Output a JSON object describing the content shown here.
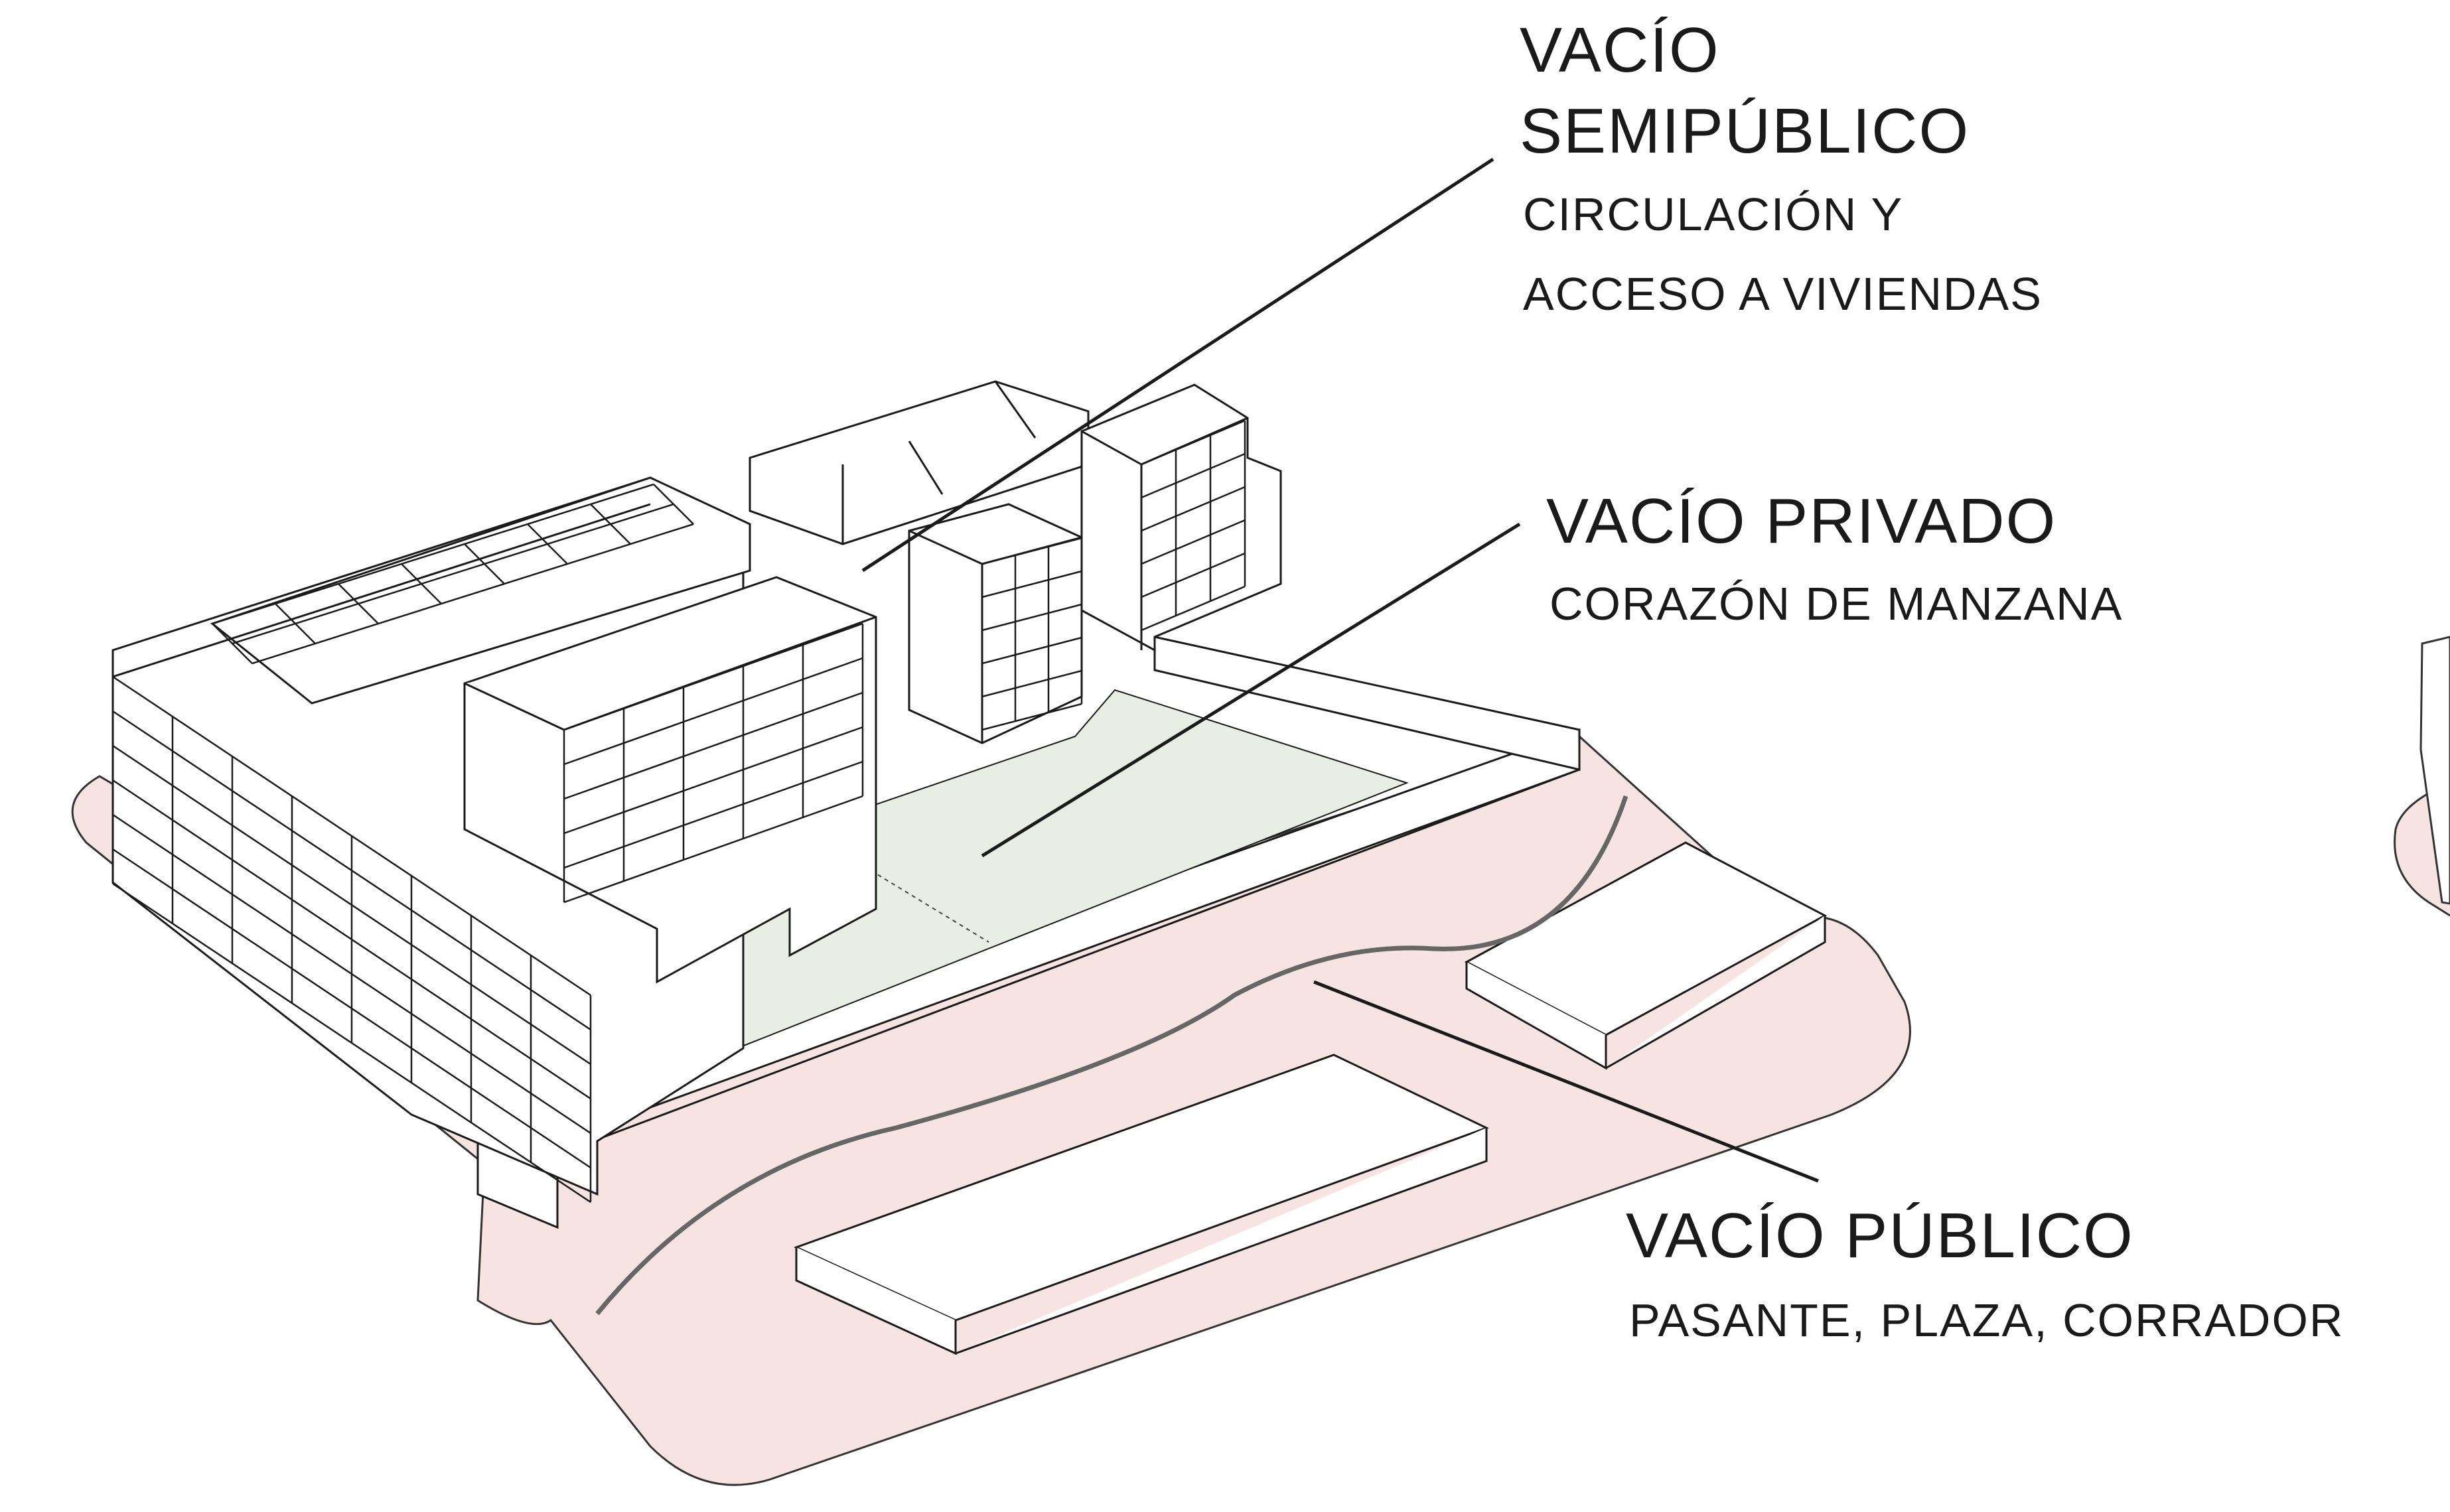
{
  "labels": {
    "semipublic": {
      "title_line1": "VACÍO",
      "title_line2": "SEMIPÚBLICO",
      "subtitle_line1": "CIRCULACIÓN Y",
      "subtitle_line2": "ACCESO A VIVIENDAS"
    },
    "private": {
      "title": "VACÍO PRIVADO",
      "subtitle": "CORAZÓN DE MANZANA"
    },
    "public": {
      "title": "VACÍO PÚBLICO",
      "subtitle": "PASANTE, PLAZA, CORRADOR"
    }
  },
  "colors": {
    "public_void": "#f8e3e3",
    "private_void": "#e8eee4",
    "line": "#1a1a1a",
    "path_curve": "#666666",
    "building_fill": "#ffffff"
  }
}
